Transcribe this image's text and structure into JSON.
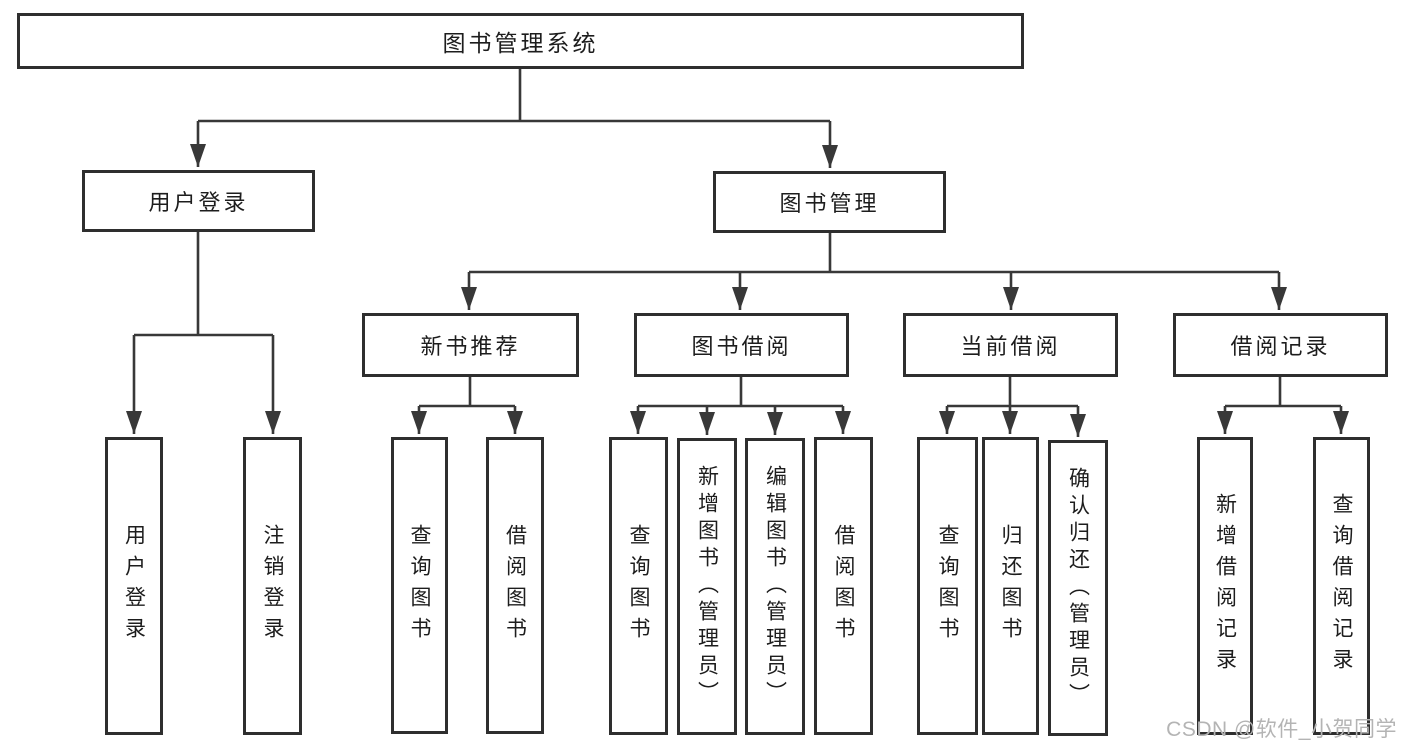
{
  "chart": {
    "root": {
      "label": "图书管理系统"
    },
    "branches": [
      {
        "label": "用户登录",
        "children": [
          {
            "label": "用户登录"
          },
          {
            "label": "注销登录"
          }
        ]
      },
      {
        "label": "图书管理",
        "children": [
          {
            "label": "新书推荐",
            "children": [
              {
                "label": "查询图书"
              },
              {
                "label": "借阅图书"
              }
            ]
          },
          {
            "label": "图书借阅",
            "children": [
              {
                "label": "查询图书"
              },
              {
                "label": "新增图书（管理员）"
              },
              {
                "label": "编辑图书（管理员）"
              },
              {
                "label": "借阅图书"
              }
            ]
          },
          {
            "label": "当前借阅",
            "children": [
              {
                "label": "查询图书"
              },
              {
                "label": "归还图书"
              },
              {
                "label": "确认归还（管理员）"
              }
            ]
          },
          {
            "label": "借阅记录",
            "children": [
              {
                "label": "新增借阅记录"
              },
              {
                "label": "查询借阅记录"
              }
            ]
          }
        ]
      }
    ]
  },
  "watermark": {
    "text": "CSDN @软件_小贺同学"
  },
  "colors": {
    "background": "#ffffff",
    "line": "#383838",
    "box_border": "#2e2e2e",
    "text": "#1d1d1d",
    "watermark": "#b4b4b4"
  }
}
